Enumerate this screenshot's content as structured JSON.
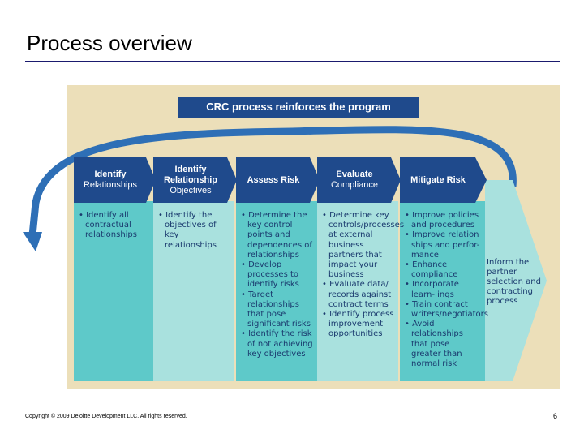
{
  "page": {
    "title": "Process overview",
    "footer": "Copyright © 2009 Deloitte Development LLC. All rights reserved.",
    "page_number": "6"
  },
  "diagram": {
    "banner": "CRC process reinforces the program",
    "steps": [
      {
        "line1": "Identify",
        "line2": "Relationships",
        "items": [
          "• Identify all contractual relationships"
        ]
      },
      {
        "line1": "Identify Relationship",
        "line2": "Objectives",
        "items": [
          "• Identify the objectives of key relationships"
        ]
      },
      {
        "line1": "Assess Risk",
        "line2": "",
        "items": [
          "• Determine the key control points and dependences of relationships",
          "• Develop processes to identify risks",
          "• Target relationships that pose significant risks",
          "• Identify the risk of not achieving key objectives"
        ]
      },
      {
        "line1": "Evaluate",
        "line2": "Compliance",
        "items": [
          "• Determine key controls/processes at external business partners that impact your business",
          "• Evaluate data/ records against contract terms",
          "• Identify process improvement opportunities"
        ]
      },
      {
        "line1": "Mitigate Risk",
        "line2": "",
        "items": [
          "• Improve policies and procedures",
          "• Improve relation ships and perfor- mance",
          "• Enhance compliance",
          "• Incorporate learn- ings",
          "• Train contract writers/negotiators",
          "• Avoid relationships that pose greater than normal risk"
        ]
      }
    ],
    "final_step": "Inform the partner selection and contracting process",
    "colors": {
      "background": "#ecdfb9",
      "banner": "#1f4a8c",
      "header": "#1f4a8c",
      "arrow": "#2e6fb6",
      "column_dark": "#5ec9c9",
      "column_light": "#a9e1de",
      "text": "#1a3a6e"
    }
  }
}
